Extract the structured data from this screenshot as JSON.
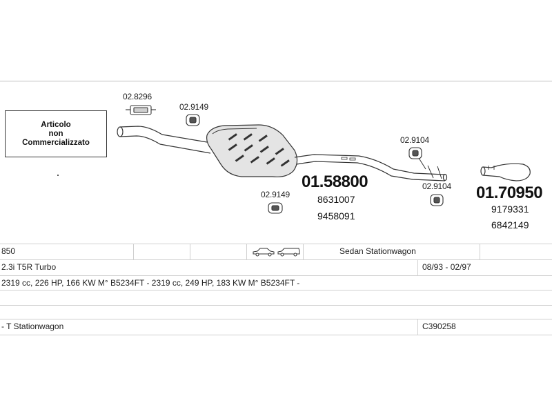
{
  "notice": {
    "line1": "Articolo",
    "line2": "non",
    "line3": "Commercializzato"
  },
  "parts": {
    "clamp_top": "02.8296",
    "hanger_1": "02.9149",
    "hanger_2": "02.9149",
    "hanger_3": "02.9104",
    "hanger_4": "02.9104",
    "middle_silencer": {
      "code": "01.58800",
      "ref1": "8631007",
      "ref2": "9458091"
    },
    "rear_silencer": {
      "code": "01.70950",
      "ref1": "9179331",
      "ref2": "6842149"
    }
  },
  "table": {
    "model": "850",
    "body_types": "Sedan Stationwagon",
    "engine": "2.3i T5R Turbo",
    "period": "08/93 - 02/97",
    "specs": "2319 cc, 226 HP, 166 KW M° B5234FT - 2319 cc, 249 HP, 183 KW M° B5234FT -",
    "variant": "- T Stationwagon",
    "catalog_code": "C390258"
  },
  "colors": {
    "line": "#333333",
    "grid": "#cfcfcf",
    "fill": "#e4e4e4"
  }
}
